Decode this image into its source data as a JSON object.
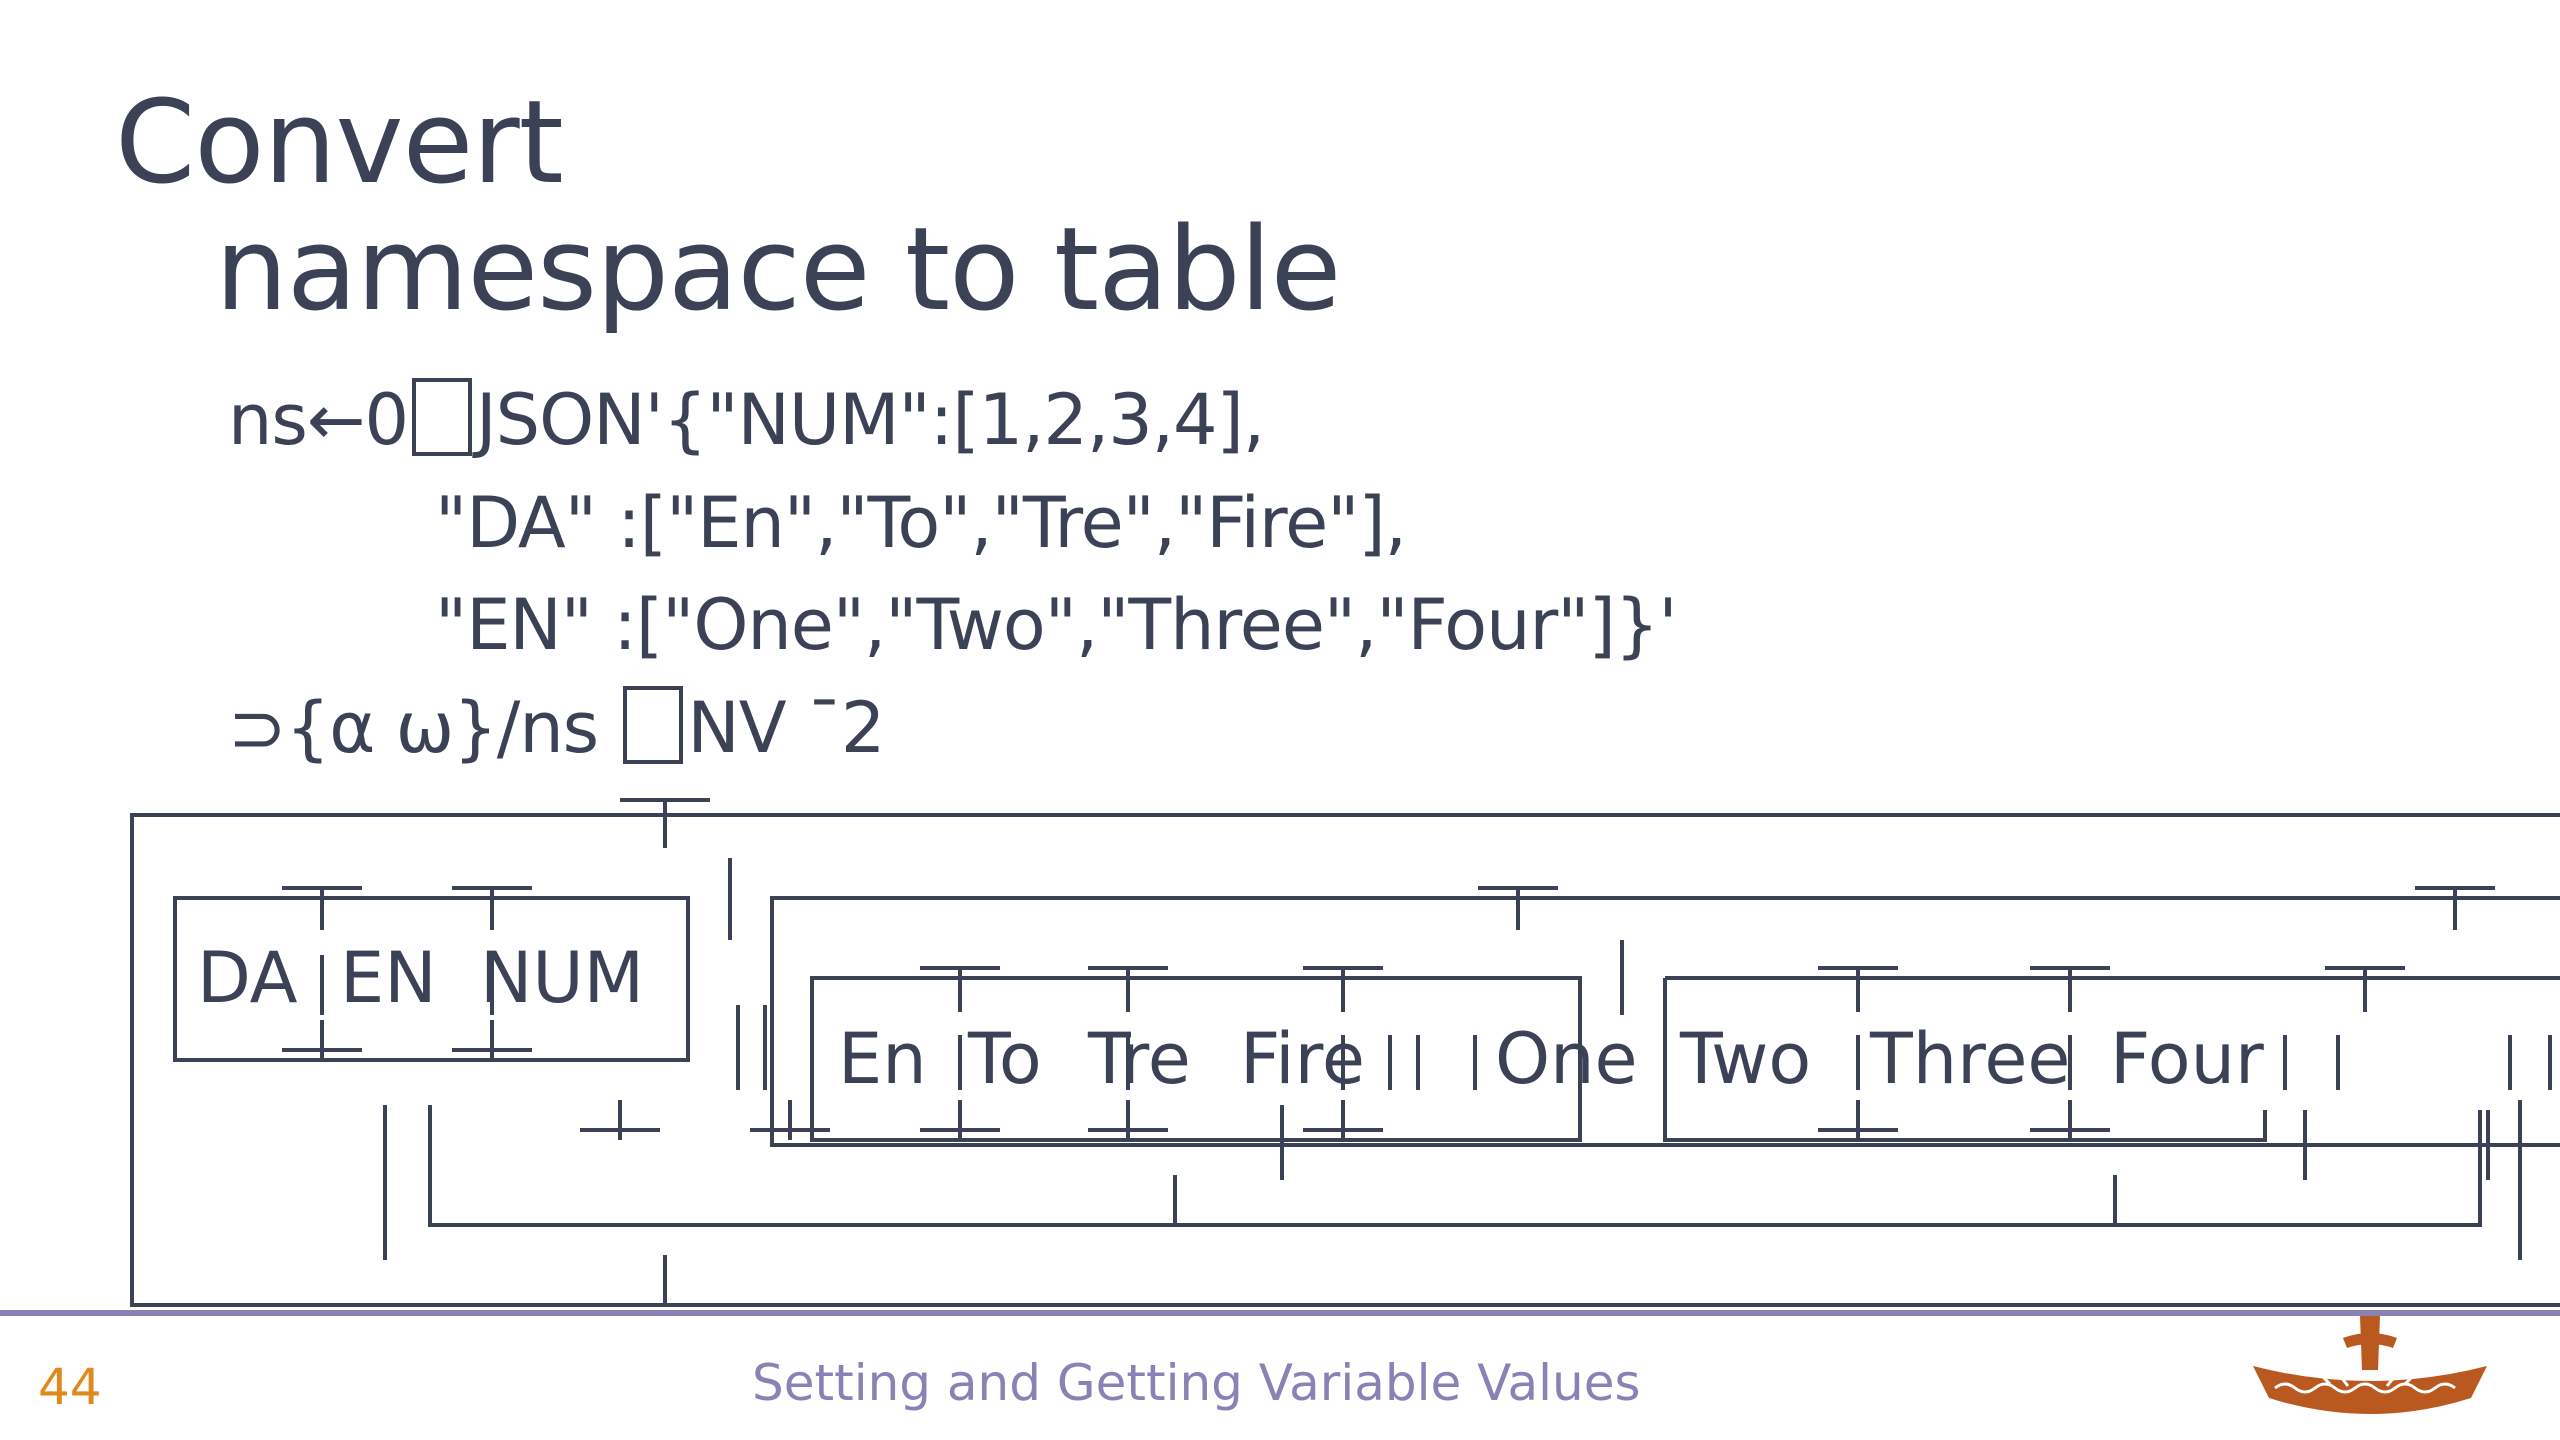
{
  "slide": {
    "title_line1": "Convert",
    "title_line2": "namespace to table",
    "code": {
      "line1_pre": "ns←0",
      "line1_post": "JSON'{\"NUM\":[1,2,3,4],",
      "line2": "\"DA\" :[\"En\",\"To\",\"Tre\",\"Fire\"],",
      "line3": "\"EN\" :[\"One\",\"Two\",\"Three\",\"Four\"]}'",
      "line4_pre": "⊃{α ω}/ns ",
      "line4_post": "NV ¯2"
    },
    "output": {
      "names": [
        "DA",
        "EN",
        "NUM"
      ],
      "da_values": [
        "En",
        "To",
        "Tre",
        "Fire"
      ],
      "en_values": [
        "One",
        "Two",
        "Three",
        "Four"
      ]
    },
    "footer": {
      "page_number": "44",
      "section_title": "Setting and Getting Variable Values"
    }
  },
  "colors": {
    "text": "#3b4256",
    "footer_accent": "#8a82b4",
    "page_number": "#e08a1e",
    "logo": "#b9591f"
  },
  "icons": {
    "logo": "viking-ship-logo"
  }
}
